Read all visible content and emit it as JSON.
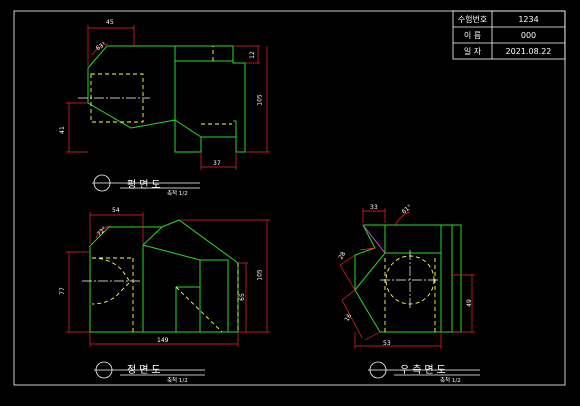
{
  "title_block": {
    "rows": [
      {
        "label": "수험번호",
        "value": "1234"
      },
      {
        "label": "이 름",
        "value": "000"
      },
      {
        "label": "일 자",
        "value": "2021.08.22"
      }
    ]
  },
  "views": {
    "plan": {
      "title": "평면도",
      "scale": "축척 1/2"
    },
    "front": {
      "title": "정면도",
      "scale": "축척 1/2"
    },
    "right": {
      "title": "우측면도",
      "scale": "축척 1/2"
    }
  },
  "dimensions": {
    "plan": {
      "d45": "45",
      "d63": "63°",
      "d12": "12",
      "d105": "105",
      "d41": "41",
      "d37": "37"
    },
    "front": {
      "d54": "54",
      "d72": "72°",
      "d77": "77",
      "d65": "65",
      "d105": "105",
      "d149": "149"
    },
    "right": {
      "d33": "33",
      "d61": "61°",
      "d28": "28",
      "d16": "16",
      "d49": "49",
      "d53": "53"
    }
  },
  "colors": {
    "background": "#000000",
    "object_line": "#22dd22",
    "hidden_line": "#ffff66",
    "dimension_line": "#ff2222",
    "text": "#ffffff",
    "border": "#ffffff",
    "cut_line": "#cc44cc"
  }
}
